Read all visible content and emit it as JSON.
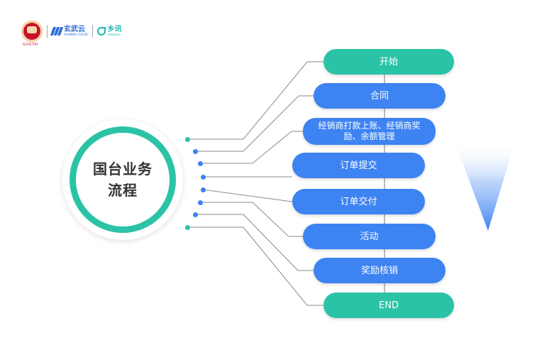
{
  "logos": {
    "brand_a_caption": "GUOTAI",
    "brand_b_name": "玄武云",
    "brand_b_sub": "XUANWU CLOUD",
    "brand_c_name": "乡讯",
    "brand_c_sub": "xiangxun"
  },
  "center": {
    "title": "国台业务流程"
  },
  "steps": [
    {
      "label": "开始",
      "style": "teal"
    },
    {
      "label": "合同",
      "style": "blue"
    },
    {
      "label": "经销商打款上账、经销商奖励、余额管理",
      "style": "blue"
    },
    {
      "label": "订单提交",
      "style": "blue"
    },
    {
      "label": "订单交付",
      "style": "blue"
    },
    {
      "label": "活动",
      "style": "blue"
    },
    {
      "label": "奖励核销",
      "style": "blue"
    },
    {
      "label": "END",
      "style": "teal"
    }
  ],
  "colors": {
    "teal": "#2bc3a6",
    "blue": "#3d83f2",
    "arrow": "#3d83f2"
  },
  "flow_arrow": {
    "icon": "down-arrow-icon",
    "direction": "down"
  }
}
